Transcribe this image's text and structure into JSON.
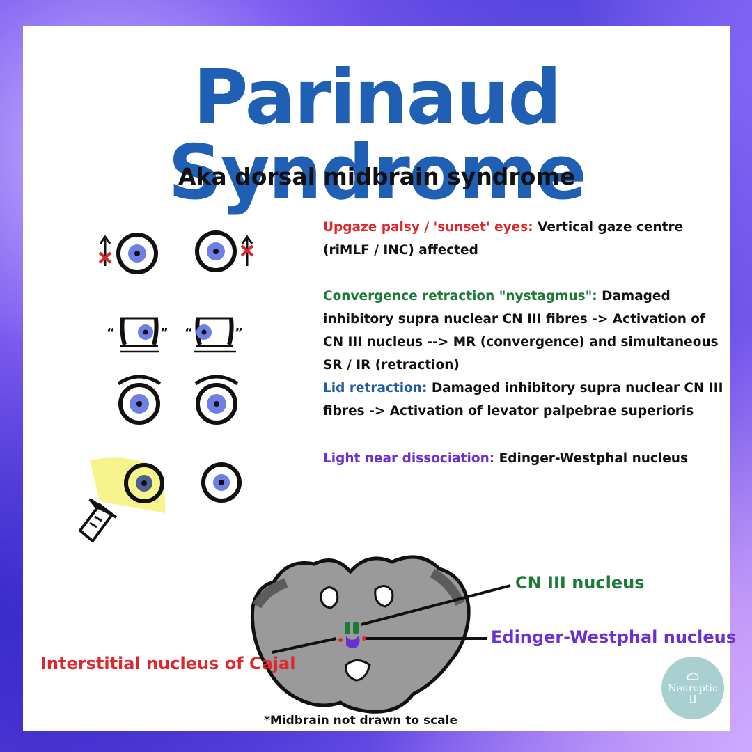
{
  "title": "Parinaud Syndrome",
  "subtitle": "Aka dorsal midbrain syndrome",
  "symptoms": [
    {
      "term": "Upgaze palsy / 'sunset' eyes:",
      "text": " Vertical gaze centre (riMLF / INC) affected",
      "color": "#e0262c"
    },
    {
      "term": "Convergence retraction \"nystagmus\":",
      "text": " Damaged inhibitory supra nuclear CN  III fibres -> Activation of CN III nucleus --> MR (convergence) and simultaneous SR / IR (retraction)",
      "color": "#1b7a36"
    },
    {
      "term": "Lid retraction:",
      "text": " Damaged inhibitory supra nuclear CN III fibres -> Activation of levator palpebrae superioris",
      "color": "#1e5aa8"
    },
    {
      "term": "Light near dissociation:",
      "text": "  Edinger-Westphal nucleus",
      "color": "#6a2fd6"
    }
  ],
  "labels": {
    "cn3": "CN III nucleus",
    "ew": "Edinger-Westphal nucleus",
    "inc": "Interstitial nucleus of Cajal"
  },
  "note": "*Midbrain not drawn to scale",
  "logo": {
    "text": "Neuroptic"
  },
  "colors": {
    "title": "#1f5fb4",
    "red": "#e0262c",
    "green": "#1b7a36",
    "blue": "#1e5aa8",
    "purple": "#6a2fd6",
    "iris": "#6f7fe6",
    "midbrain": "#9a9a9a"
  }
}
